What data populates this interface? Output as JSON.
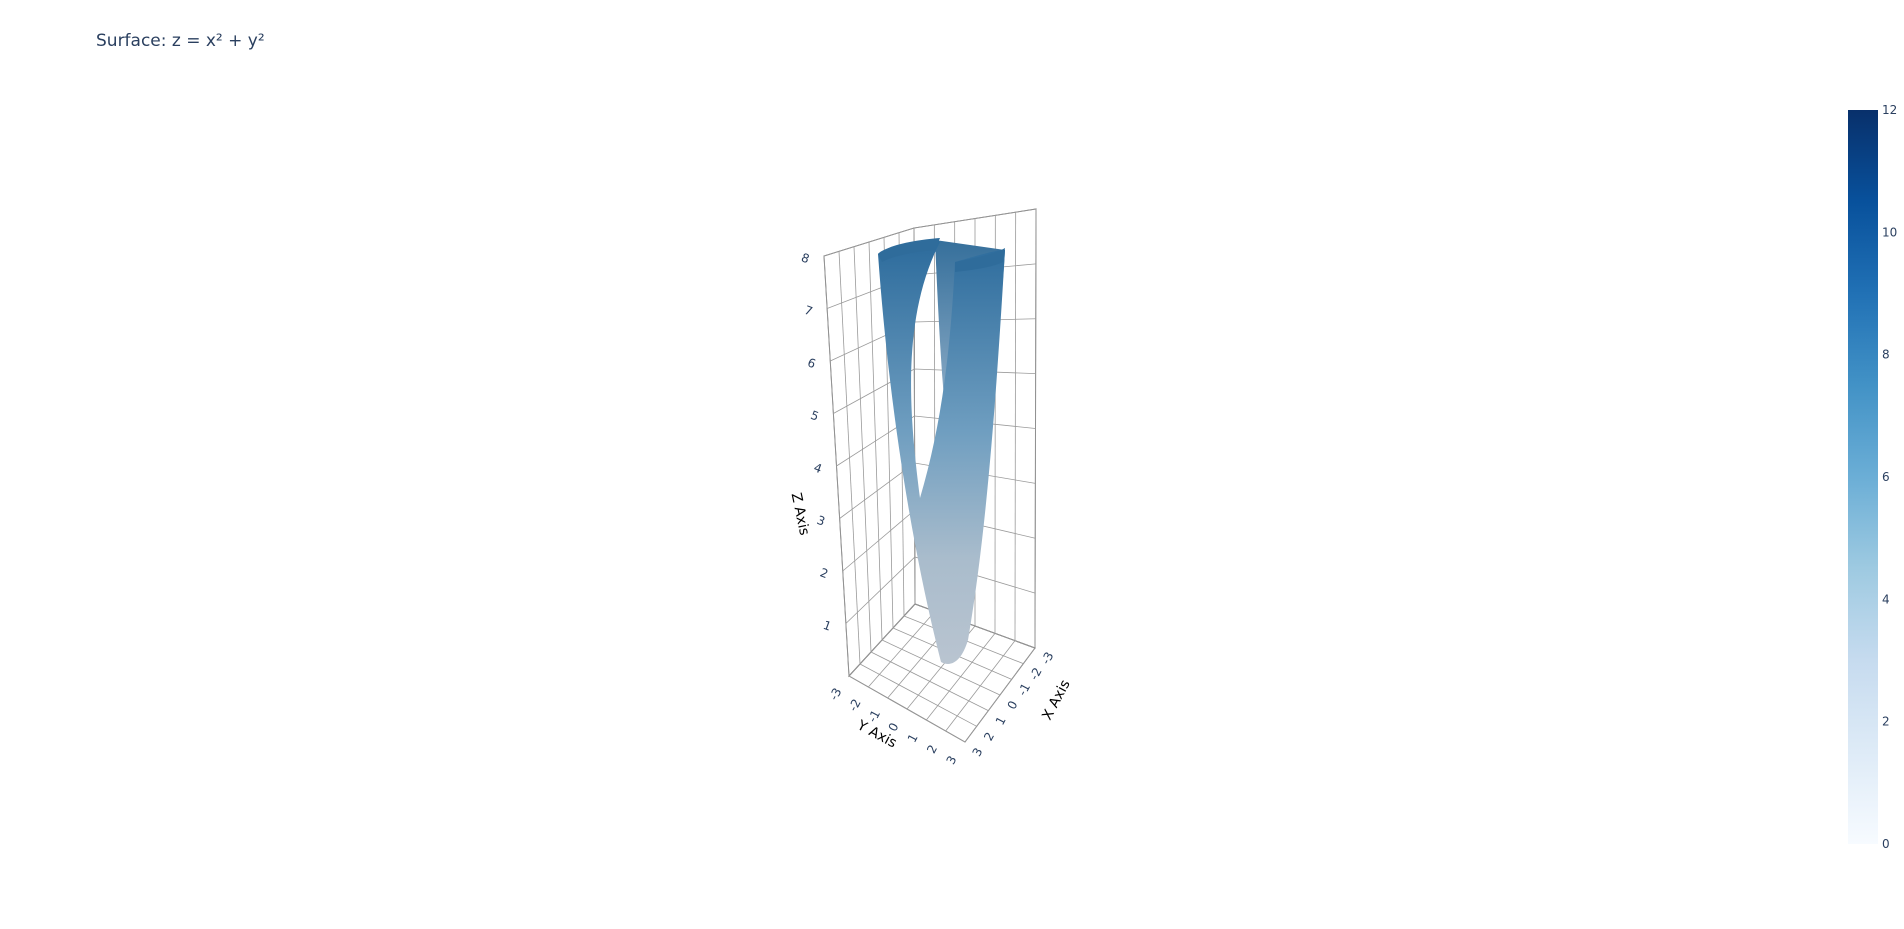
{
  "chart_data": {
    "type": "surface",
    "title": "Surface: z = x² + y²",
    "x_axis": {
      "label": "X Axis",
      "ticks": [
        "-3",
        "-2",
        "-1",
        "0",
        "1",
        "2",
        "3"
      ],
      "range": [
        -3,
        3
      ]
    },
    "y_axis": {
      "label": "Y Axis",
      "ticks": [
        "-3",
        "-2",
        "-1",
        "0",
        "1",
        "2",
        "3"
      ],
      "range": [
        -3,
        3
      ]
    },
    "z_axis": {
      "label": "Z Axis",
      "ticks": [
        "1",
        "2",
        "3",
        "4",
        "5",
        "6",
        "7",
        "8"
      ],
      "range": [
        0,
        8
      ]
    },
    "function": "z = x² + y²",
    "colorscale": "Blues",
    "colorbar": {
      "ticks": [
        "0",
        "2",
        "4",
        "6",
        "8",
        "10",
        "12"
      ],
      "range": [
        0,
        12
      ]
    },
    "grid": true
  }
}
